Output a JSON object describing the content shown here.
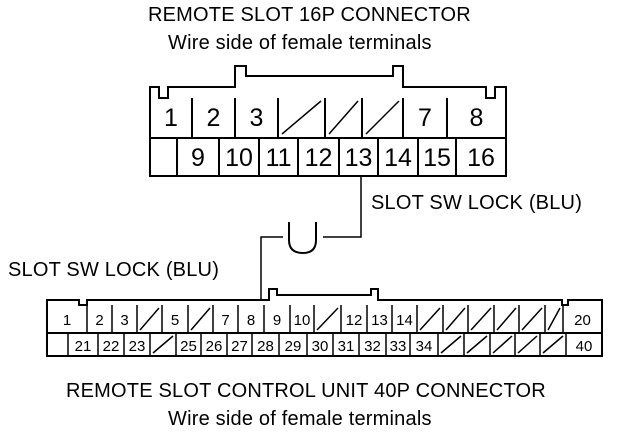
{
  "top_connector": {
    "title": "REMOTE SLOT 16P CONNECTOR",
    "subtitle": "Wire side of female terminals",
    "row1": [
      "1",
      "2",
      "3",
      "",
      "",
      "",
      "7",
      "8"
    ],
    "row2": [
      "",
      "9",
      "10",
      "11",
      "12",
      "13",
      "14",
      "15",
      "16"
    ]
  },
  "bottom_connector": {
    "title": "REMOTE SLOT CONTROL UNIT 40P CONNECTOR",
    "subtitle": "Wire side of female terminals",
    "row1": [
      "1",
      "2",
      "3",
      "",
      "5",
      "",
      "7",
      "8",
      "9",
      "10",
      "",
      "12",
      "13",
      "14",
      "",
      "",
      "",
      "",
      "",
      "",
      "20"
    ],
    "row2": [
      "",
      "21",
      "22",
      "23",
      "",
      "25",
      "26",
      "27",
      "28",
      "29",
      "30",
      "31",
      "32",
      "33",
      "34",
      "",
      "",
      "",
      "",
      "",
      "40"
    ]
  },
  "wire_labels": {
    "upper": "SLOT SW LOCK (BLU)",
    "lower": "SLOT SW LOCK (BLU)"
  }
}
